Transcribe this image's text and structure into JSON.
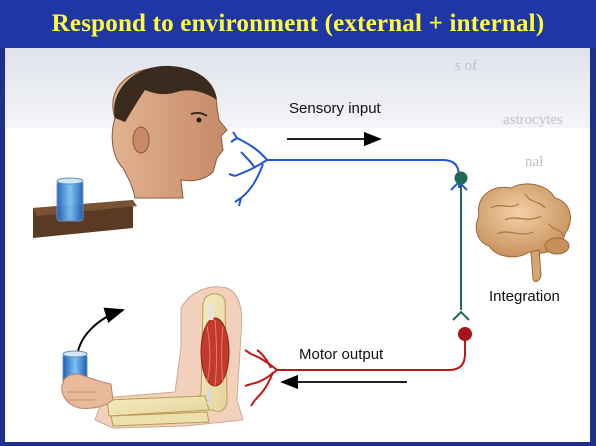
{
  "title": "Respond to environment (external + internal)",
  "labels": {
    "sensory_input": "Sensory input",
    "motor_output": "Motor output",
    "integration": "Integration"
  },
  "background_text": [
    "s of",
    "astrocytes",
    "nal"
  ],
  "colors": {
    "title_bar": "#2036a6",
    "title_text": "#ffff33",
    "sensory_pathway": "#1f55d6",
    "integration_pathway": "#1f6a55",
    "motor_pathway": "#c01818"
  }
}
